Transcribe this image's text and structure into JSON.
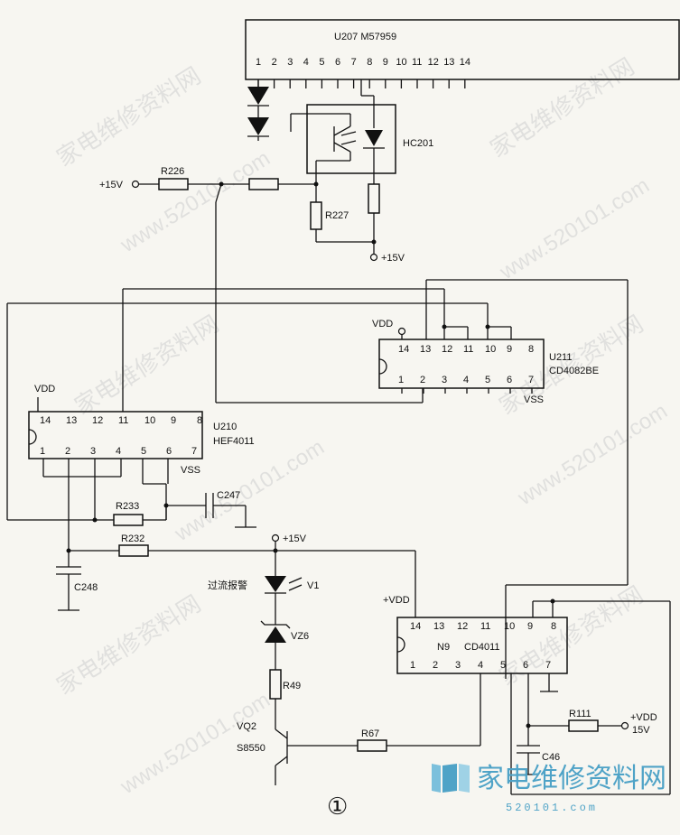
{
  "chips": {
    "u207": {
      "label": "U207 M57959",
      "pins": [
        "1",
        "2",
        "3",
        "4",
        "5",
        "6",
        "7",
        "8",
        "9",
        "10",
        "11",
        "12",
        "13",
        "14"
      ]
    },
    "u211": {
      "name": "U211",
      "part": "CD4082BE",
      "vdd": "VDD",
      "vss": "VSS",
      "top_pins": [
        "14",
        "13",
        "12",
        "11",
        "10",
        "9",
        "8"
      ],
      "bottom_pins": [
        "1",
        "2",
        "3",
        "4",
        "5",
        "6",
        "7"
      ]
    },
    "u210": {
      "name": "U210",
      "part": "HEF4011",
      "vdd": "VDD",
      "vss": "VSS",
      "top_pins": [
        "14",
        "13",
        "12",
        "11",
        "10",
        "9",
        "8"
      ],
      "bottom_pins": [
        "1",
        "2",
        "3",
        "4",
        "5",
        "6",
        "7"
      ]
    },
    "n9": {
      "name": "N9",
      "part": "CD4011",
      "supply": "+VDD",
      "top_pins": [
        "14",
        "13",
        "12",
        "11",
        "10",
        "9",
        "8"
      ],
      "bottom_pins": [
        "1",
        "2",
        "3",
        "4",
        "5",
        "6",
        "7"
      ]
    }
  },
  "components": {
    "hc201": "HC201",
    "r226": "R226",
    "r227": "R227",
    "r233": "R233",
    "r232": "R232",
    "r49": "R49",
    "r67": "R67",
    "r111": "R111",
    "c247": "C247",
    "c248": "C248",
    "c46": "C46",
    "v1": "V1",
    "vz6": "VZ6",
    "vq2": "VQ2",
    "s8550": "S8550"
  },
  "supplies": {
    "p15v_left": "+15V",
    "p15v_right": "+15V",
    "p15v_led": "+15V",
    "vdd_r111": "+VDD",
    "vdd_r111_val": "15V"
  },
  "annotations": {
    "alarm": "过流报警",
    "figure_number": "①"
  },
  "watermarks": {
    "cn": "家电维修资料网",
    "url": "www.520101.com"
  },
  "logo": {
    "text": "家电维修资料网",
    "url": "520101.com"
  }
}
